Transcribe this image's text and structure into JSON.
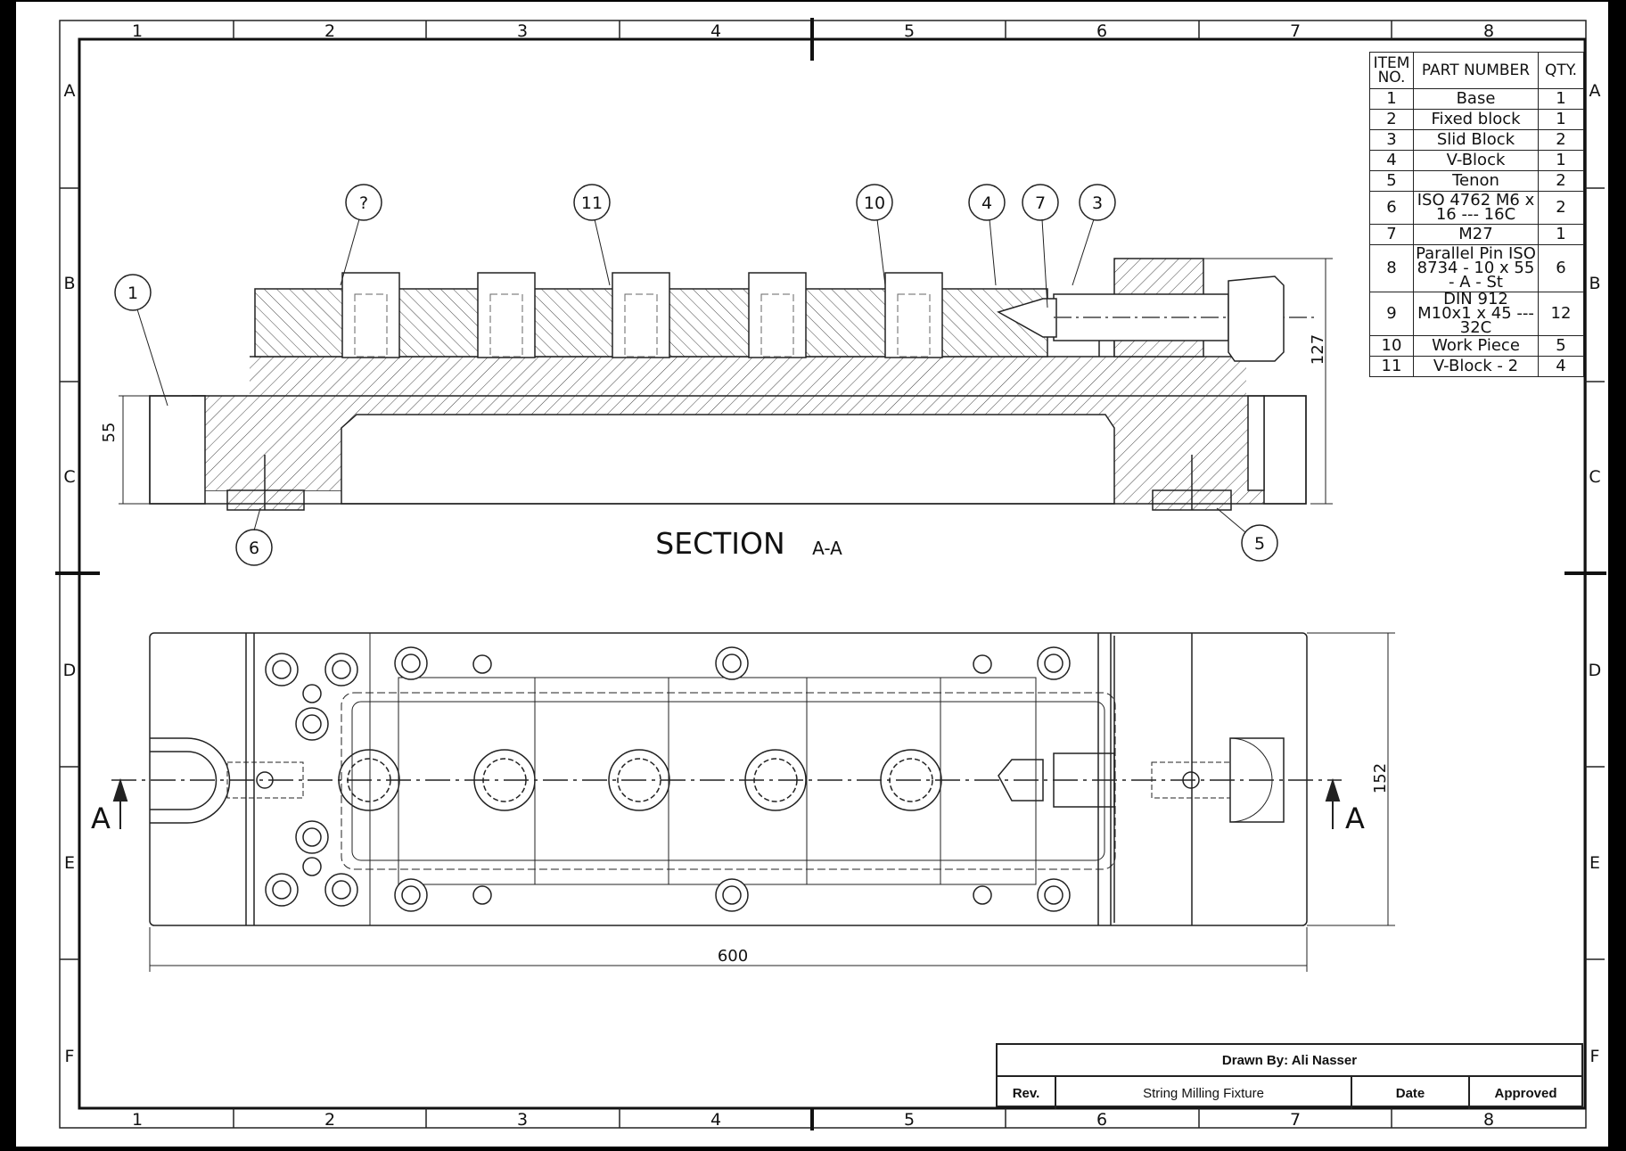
{
  "sheet": {
    "columns": [
      "1",
      "2",
      "3",
      "4",
      "5",
      "6",
      "7",
      "8"
    ],
    "rows": [
      "A",
      "B",
      "C",
      "D",
      "E",
      "F"
    ]
  },
  "section_view": {
    "title": "SECTION",
    "suffix": "A-A",
    "balloons": [
      "?",
      "11",
      "10",
      "4",
      "7",
      "3",
      "1",
      "6",
      "5"
    ],
    "dim_height_left": "55",
    "dim_height_right": "127"
  },
  "top_view": {
    "dim_length": "600",
    "dim_width": "152",
    "section_mark_left": "A",
    "section_mark_right": "A"
  },
  "bom": {
    "headers": [
      "ITEM NO.",
      "PART NUMBER",
      "QTY."
    ],
    "rows": [
      {
        "no": "1",
        "part": "Base",
        "qty": "1"
      },
      {
        "no": "2",
        "part": "Fixed block",
        "qty": "1"
      },
      {
        "no": "3",
        "part": "Slid Block",
        "qty": "2"
      },
      {
        "no": "4",
        "part": "V-Block",
        "qty": "1"
      },
      {
        "no": "5",
        "part": "Tenon",
        "qty": "2"
      },
      {
        "no": "6",
        "part": "ISO 4762 M6 x 16 --- 16C",
        "qty": "2"
      },
      {
        "no": "7",
        "part": "M27",
        "qty": "1"
      },
      {
        "no": "8",
        "part": "Parallel Pin ISO 8734 - 10 x 55 - A - St",
        "qty": "6"
      },
      {
        "no": "9",
        "part": "DIN 912 M10x1 x 45 --- 32C",
        "qty": "12"
      },
      {
        "no": "10",
        "part": "Work Piece",
        "qty": "5"
      },
      {
        "no": "11",
        "part": "V-Block - 2",
        "qty": "4"
      }
    ]
  },
  "title_block": {
    "drawn_by": "Drawn By: Ali Nasser",
    "rev_label": "Rev.",
    "title": "String Milling Fixture",
    "date_label": "Date",
    "approved_label": "Approved"
  }
}
